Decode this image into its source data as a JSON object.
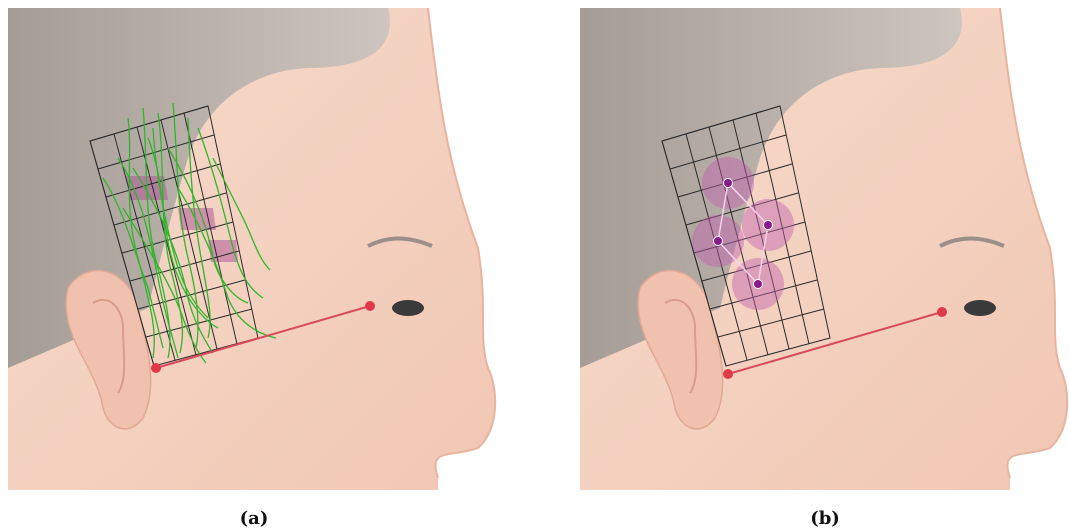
{
  "figure": {
    "panels": [
      {
        "id": "a",
        "caption": "(a)"
      },
      {
        "id": "b",
        "caption": "(b)"
      }
    ],
    "colors": {
      "skin": "#f6d7c8",
      "hair": "#b8afaa",
      "grid_line": "#2b2b2b",
      "reference_line": "#d84a5a",
      "reference_point": "#e03a4a",
      "hair_strands": "#2fb52a",
      "highlight_cells": "#b05a9a",
      "graft_zone": "#c060b0",
      "graft_point": "#8a1a8a"
    }
  }
}
